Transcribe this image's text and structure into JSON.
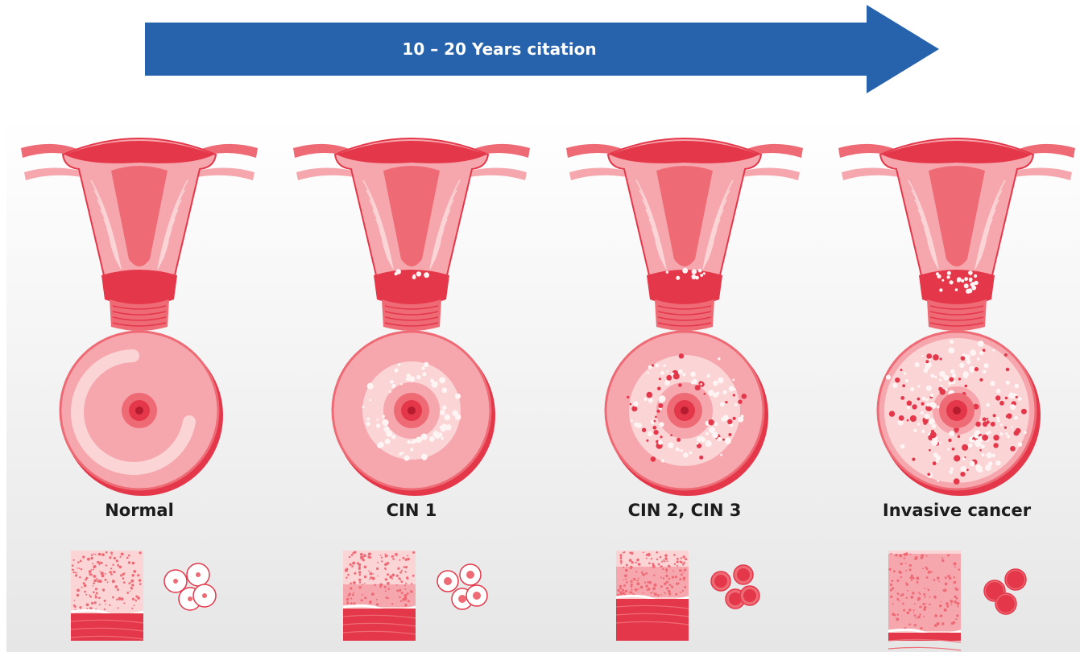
{
  "timeline": {
    "label": "10 – 20 Years citation",
    "color": "#2763ad"
  },
  "palette": {
    "tissue_dark": "#e4374a",
    "tissue_mid": "#ee6b76",
    "tissue_light": "#f6a7ad",
    "tissue_pale": "#fbd4d6",
    "lesion": "#fff4f4",
    "nucleus": "#b51d2e"
  },
  "stages": [
    {
      "label": "Normal",
      "severity": 0
    },
    {
      "label": "CIN 1",
      "severity": 1
    },
    {
      "label": "CIN 2, CIN 3",
      "severity": 2
    },
    {
      "label": "Invasive cancer",
      "severity": 3
    }
  ]
}
